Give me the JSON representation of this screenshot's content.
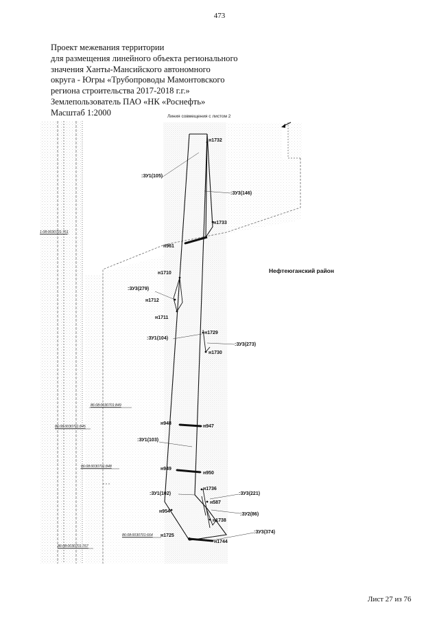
{
  "page": {
    "number": "473",
    "footer": "Лист 27 из 76"
  },
  "title": {
    "lines": [
      "Проект межевания территории",
      "для размещения линейного объекта регионального",
      "значения Ханты-Мансийского автономного",
      "округа - Югры «Трубопроводы Мамонтовского",
      "региона строительства 2017-2018 г.г.»",
      "Землепользователь ПАО «НК «Роснефть»",
      "Масштаб 1:2000"
    ]
  },
  "map": {
    "match_line": "Линия совмещения с листом 2",
    "district": "Нефтеюганский район",
    "north_arrow": "north-arrow",
    "points": {
      "n1732": "н1732",
      "n1733": "н1733",
      "n961": "н961",
      "n1710": "н1710",
      "n1712": "н1712",
      "n1711": "н1711",
      "n1729": "н1729",
      "n1730": "н1730",
      "n948": "н948",
      "n947": "н947",
      "n949": "н949",
      "n950": "н950",
      "n1736": "н1736",
      "n587": "н587",
      "n1738": "н1738",
      "n954": "н954",
      "n1725": "н1725",
      "n1744": "н1744"
    },
    "parcels": {
      "zu1_105": ":ЗУ1(105)",
      "zu3_146": ":ЗУ3(146)",
      "zu3_279": ":ЗУ3(279)",
      "zu1_104": ":ЗУ1(104)",
      "zu3_273": ":ЗУ3(273)",
      "zu1_103": ":ЗУ1(103)",
      "zu1_102": ":ЗУ1(102)",
      "zu3_221": ":ЗУ3(221)",
      "zu2_86": ":ЗУ2(86)",
      "zu3_374": ":ЗУ3(374)"
    },
    "cadastral": {
      "c761": "1:08:0030701:761",
      "c849": "86:08:0030701:849",
      "c845": "86:08:0030701:845",
      "c848": "86:08:0030701:848",
      "c664": "86:08:0030701:664",
      "c767": "86:08:0030701:767"
    }
  }
}
